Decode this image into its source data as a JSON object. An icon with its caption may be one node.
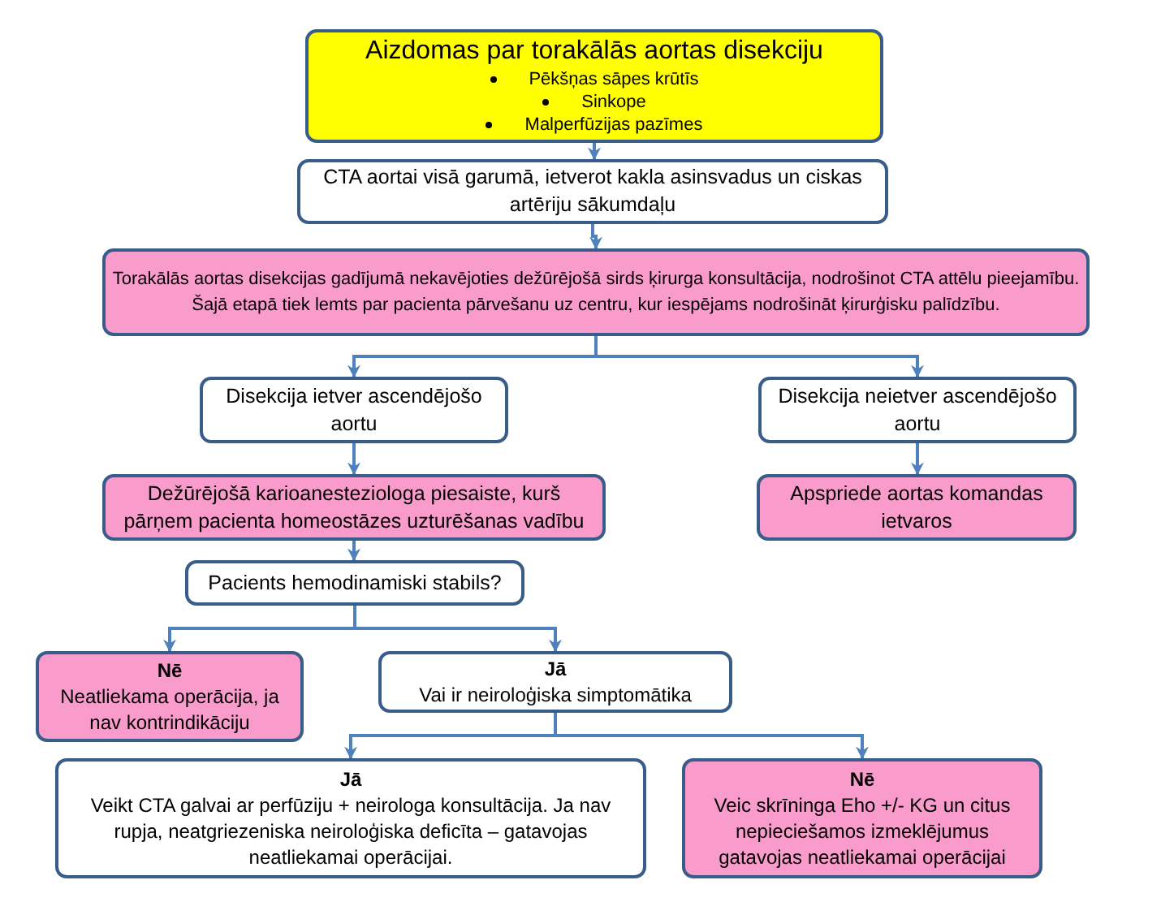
{
  "diagram": {
    "nodes": [
      {
        "text": [
          "Aizdomas par torakālās aortas disekciju",
          "Pēkšņas sāpes krūtīs",
          "Sinkope",
          "Malperfūzijas pazīmes"
        ]
      },
      {
        "text": [
          "CTA aortai visā garumā, ietverot kakla asinsvadus un ciskas artēriju sākumdaļu"
        ]
      },
      {
        "text": [
          "Torakālās aortas disekcijas gadījumā nekavējoties dežūrējošā sirds ķirurga konsultācija, nodrošinot CTA attēlu pieejamību.",
          "Šajā etapā tiek lemts par pacienta pārvešanu uz centru, kur iespējams nodrošināt ķirurģisku palīdzību."
        ]
      },
      {
        "text": [
          "Disekcija ietver ascendējošo aortu"
        ]
      },
      {
        "text": [
          "Disekcija neietver ascendējošo aortu"
        ]
      },
      {
        "text": [
          "Dežūrējošā karioanesteziologa piesaiste, kurš pārņem pacienta homeostāzes uzturēšanas vadību"
        ]
      },
      {
        "text": [
          "Apspriede aortas komandas ietvaros"
        ]
      },
      {
        "text": [
          "Pacients hemodinamiski stabils?"
        ]
      },
      {
        "text": [
          "Nē",
          "Neatliekama operācija, ja nav kontrindikāciju"
        ]
      },
      {
        "text": [
          "Jā",
          "Vai ir neiroloģiska simptomātika"
        ]
      },
      {
        "text": [
          "Jā",
          "Veikt CTA galvai ar perfūziju + neirologa konsultācija. Ja nav rupja, neatgriezeniska neiroloģiska deficīta – gatavojas neatliekamai operācijai."
        ]
      },
      {
        "text": [
          "Nē",
          "Veic skrīninga Eho +/- KG un citus nepieciešamos izmeklējumus gatavojas neatliekamai operācijai"
        ]
      }
    ],
    "edges": [
      {
        "from": 0,
        "to": 1,
        "arrow": "to"
      },
      {
        "from": 1,
        "to": 2,
        "arrow": "to"
      },
      {
        "from": 2,
        "to": 3,
        "arrow": "to"
      },
      {
        "from": 2,
        "to": 4,
        "arrow": "to"
      },
      {
        "from": 3,
        "to": 5,
        "arrow": "to"
      },
      {
        "from": 4,
        "to": 6,
        "arrow": "to"
      },
      {
        "from": 5,
        "to": 7,
        "arrow": "to"
      },
      {
        "from": 7,
        "to": 8,
        "arrow": "to"
      },
      {
        "from": 7,
        "to": 9,
        "arrow": "to"
      },
      {
        "from": 9,
        "to": 10,
        "arrow": "to"
      },
      {
        "from": 9,
        "to": 11,
        "arrow": "to"
      }
    ]
  }
}
